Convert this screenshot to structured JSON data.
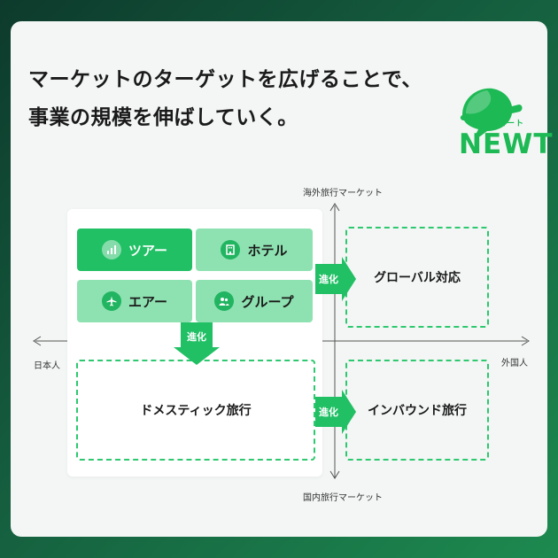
{
  "headline": {
    "line1": "マーケットのターゲットを広げることで、",
    "line2": "事業の規模を伸ばしていく。"
  },
  "logo": {
    "sub": "ニュート",
    "word": "NEWT",
    "color": "#1db954"
  },
  "axes": {
    "top": "海外旅行マーケット",
    "bottom": "国内旅行マーケット",
    "left": "日本人",
    "right": "外国人"
  },
  "current_products": [
    {
      "label": "ツアー",
      "icon": "bar-chart-icon",
      "style": "dark"
    },
    {
      "label": "ホテル",
      "icon": "hotel-icon",
      "style": "light"
    },
    {
      "label": "エアー",
      "icon": "airplane-icon",
      "style": "light"
    },
    {
      "label": "グループ",
      "icon": "group-icon",
      "style": "light"
    }
  ],
  "targets": {
    "global": "グローバル対応",
    "domestic": "ドメスティック旅行",
    "inbound": "インバウンド旅行"
  },
  "arrows": {
    "label": "進化"
  },
  "colors": {
    "accent": "#21c065",
    "accent_light": "#8ee2b1",
    "dash": "#2dc86f"
  }
}
